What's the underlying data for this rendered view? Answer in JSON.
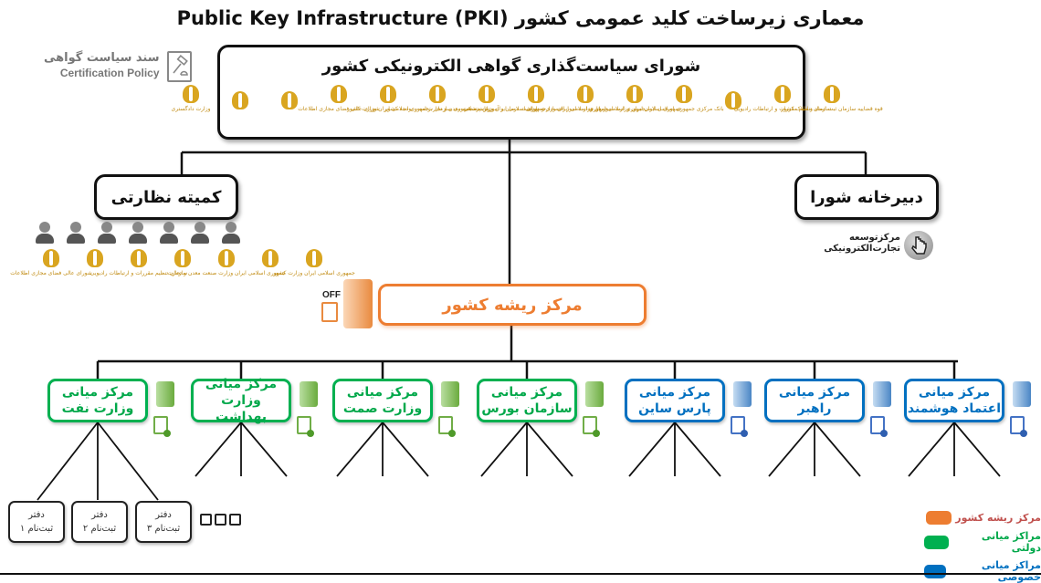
{
  "title": "معماری زیرساخت کلید عمومی  کشور (PKI) Public Key Infrastructure",
  "certification_policy": {
    "label_fa": "سند سیاست گواهی",
    "label_en": "Certification Policy",
    "icon": "gavel-book-icon"
  },
  "council": {
    "title": "شورای سیاست‌گذاری گواهی الکترونیکی کشور",
    "member_logos": [
      {
        "caption": "وزارت دادگستری",
        "icon": "justice-scale-icon"
      },
      {
        "caption": "",
        "icon": "emblem-icon-map"
      },
      {
        "caption": "",
        "icon": "book-logo-icon"
      },
      {
        "caption": "شورای عالی فضای مجازی اطلاعات",
        "icon": "iran-emblem-icon"
      },
      {
        "caption": "جمهوری اسلامی ایران وزارت کشور",
        "icon": "iran-emblem-icon"
      },
      {
        "caption": "ریاست جمهوری سازمان برنامه و بودجه کشور",
        "icon": "iran-emblem-icon"
      },
      {
        "caption": "جمهوری اسلامی ایران وزارت صنعت معدن و تجارت",
        "icon": "iran-emblem-icon"
      },
      {
        "caption": "جمهوری اسلامی ایران وزارت بهداشت درمان و آموزش پزشکی",
        "icon": "iran-emblem-icon"
      },
      {
        "caption": "جمهوری اسلامی ایران وزارت امور اقتصادی و دارایی",
        "icon": "iran-emblem-icon"
      },
      {
        "caption": "جمهوری اسلامی ایران وزارت امور خارجه",
        "icon": "iran-emblem-icon"
      },
      {
        "caption": "بانک مرکزی جمهوری اسلامی ایران",
        "icon": "central-bank-icon"
      },
      {
        "caption": "",
        "icon": "chamber-of-commerce-icon"
      },
      {
        "caption": "سازمان تنظیم مقررات و ارتباطات رادیویی",
        "icon": "cra-logo-icon"
      },
      {
        "caption": "قوه قضاییه سازمان ثبت اسناد و املاک کشور",
        "icon": "justice-scale-icon"
      }
    ]
  },
  "committee": {
    "title": "کمیته نظارتی",
    "member_count": 7,
    "member_logos": [
      {
        "caption": "جمهوری اسلامی ایران وزارت کشور",
        "icon": "iran-emblem-icon"
      },
      {
        "caption": "",
        "icon": "emblem-icon-map"
      },
      {
        "caption": "جمهوری اسلامی ایران وزارت صنعت معدن و تجارت",
        "icon": "iran-emblem-icon"
      },
      {
        "caption": "",
        "icon": "book-logo-icon"
      },
      {
        "caption": "سازمان تنظیم مقررات و ارتباطات رادیویی",
        "icon": "cra-logo-icon"
      },
      {
        "caption": "",
        "icon": "chamber-of-commerce-icon"
      },
      {
        "caption": "شورای عالی فضای مجازی اطلاعات",
        "icon": "iran-emblem-icon"
      }
    ]
  },
  "secretariat": {
    "title": "دبیرخانه شورا",
    "sub_label_line1": "مرکزتوسعه",
    "sub_label_line2": "تجارت‌الکترونیکی",
    "icon": "hand-pointer-icon"
  },
  "root_ca": {
    "title": "مرکز ریشه کشور",
    "status_label": "OFF",
    "color": "#ed7d31"
  },
  "intermediate_cas": [
    {
      "line1": "مرکز میانی",
      "line2": "وزارت نفت",
      "type": "gov"
    },
    {
      "line1": "مرکز میانی",
      "line2": "وزارت بهداشت",
      "type": "gov"
    },
    {
      "line1": "مرکز میانی",
      "line2": "وزارت صمت",
      "type": "gov"
    },
    {
      "line1": "مرکز میانی",
      "line2": "سازمان بورس",
      "type": "gov"
    },
    {
      "line1": "مرکز میانی",
      "line2": "پارس ساین",
      "type": "priv"
    },
    {
      "line1": "مرکز میانی",
      "line2": "راهبر",
      "type": "priv"
    },
    {
      "line1": "مرکز میانی",
      "line2": "اعتماد هوشمند",
      "type": "priv"
    }
  ],
  "registration_offices": [
    {
      "line1": "دفتر",
      "line2": "ثبت‌نام ۱"
    },
    {
      "line1": "دفتر",
      "line2": "ثبت‌نام ۲"
    },
    {
      "line1": "دفتر",
      "line2": "ثبت‌نام ۳"
    }
  ],
  "legend": [
    {
      "label": "مرکز ریشه کشور",
      "color": "#ed7d31",
      "text_color": "#c0504d"
    },
    {
      "label": "مراکز میانی دولتی",
      "color": "#00b050",
      "text_color": "#00a84a"
    },
    {
      "label": "مراکز میانی خصوصی",
      "color": "#0070c0",
      "text_color": "#0070c0"
    }
  ]
}
